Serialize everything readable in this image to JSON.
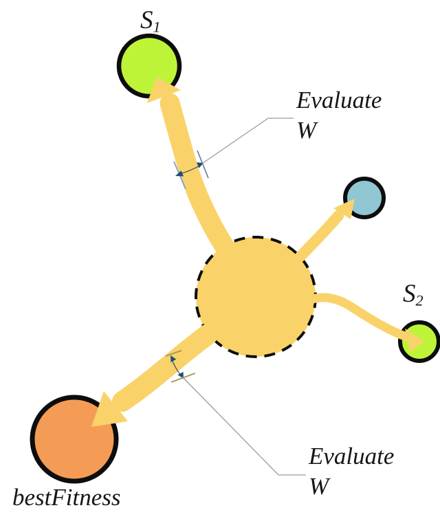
{
  "figure": {
    "labels": {
      "s1": {
        "base": "S",
        "sub": "1"
      },
      "s2": {
        "base": "S",
        "sub": "2"
      },
      "best_fitness": "bestFitness",
      "evaluate_top": {
        "line1": "Evaluate",
        "line2": "W"
      },
      "evaluate_bottom": {
        "line1": "Evaluate",
        "line2": "W"
      }
    },
    "colors": {
      "arrow_yellow": "#F9D36A",
      "center_fill": "#F9D36A",
      "s1_fill": "#BEF437",
      "s2_fill": "#BEF437",
      "blue_node_fill": "#90C7D2",
      "best_fitness_fill": "#F49C56",
      "node_stroke": "#0d0d0d",
      "measure_head": "#1F4E74",
      "tick_blue": "#8CA3CB",
      "tick_gray": "#62708A",
      "tick_olive": "#A89B52",
      "leader_gray": "#9A9A9A",
      "text": "#161616"
    }
  }
}
